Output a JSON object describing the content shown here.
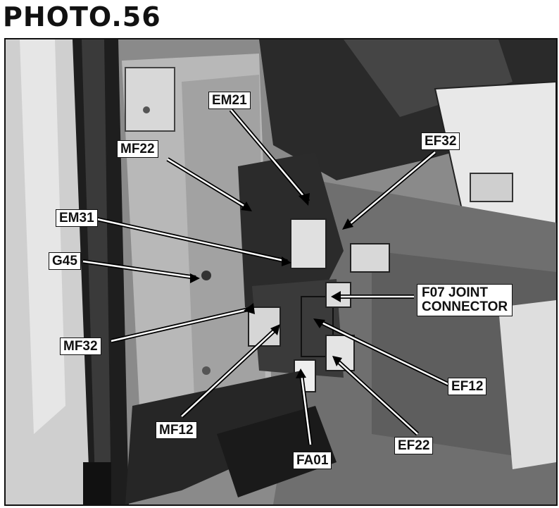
{
  "title": "PHOTO.56",
  "callouts": {
    "em21": "EM21",
    "mf22": "MF22",
    "ef32": "EF32",
    "em31": "EM31",
    "g45": "G45",
    "f07_line1": "F07 JOINT",
    "f07_line2": "CONNECTOR",
    "mf32": "MF32",
    "ef12": "EF12",
    "mf12": "MF12",
    "ef22": "EF22",
    "fa01": "FA01"
  }
}
